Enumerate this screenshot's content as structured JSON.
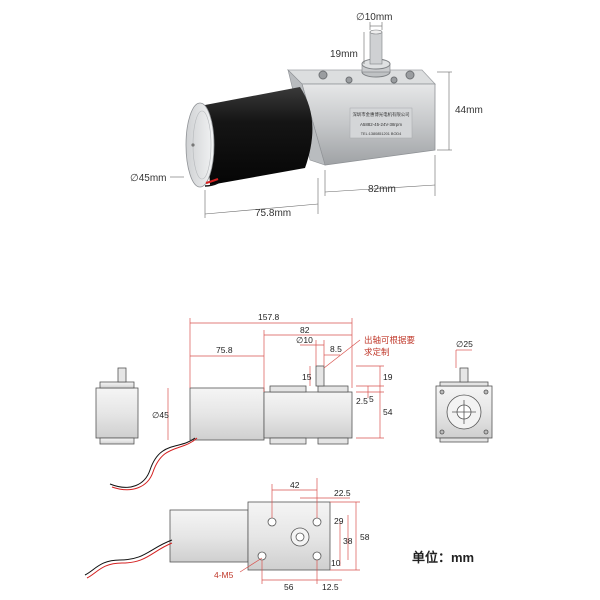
{
  "photo_labels": {
    "shaft_diameter": "∅10mm",
    "shaft_length": "19mm",
    "gearbox_height": "44mm",
    "motor_diameter": "∅45mm",
    "gearbox_length": "82mm",
    "motor_length": "75.8mm"
  },
  "nameplate": {
    "line1": "深圳市金惠博光电机有限公司",
    "line2": "A5882-45-24V-38rpm",
    "line3": "TEL:1380851201 BOD4"
  },
  "drawing_labels": {
    "total_length": "157.8",
    "gearbox_length": "82",
    "motor_length": "75.8",
    "shaft_diameter": "∅10",
    "shaft_flat": "8.5",
    "shaft_height": "15",
    "dim_19": "19",
    "dim_2_5": "2.5",
    "dim_5": "5",
    "dim_54": "54",
    "motor_diameter": "∅45",
    "flange_diameter": "∅25",
    "note_line1": "出轴可根据要",
    "note_line2": "求定制",
    "dim_42": "42",
    "dim_22_5": "22.5",
    "dim_29": "29",
    "dim_38": "38",
    "dim_58": "58",
    "dim_10": "10",
    "dim_56": "56",
    "dim_12_5": "12.5",
    "thread_spec": "4-M5",
    "unit": "单位：mm"
  },
  "colors": {
    "dimension_line": "#d9534f",
    "outline": "#555555",
    "motor_fill": "#1e1e1e",
    "gearbox_fill": "#c8cacc",
    "wire_red": "#d42020",
    "wire_black": "#111111"
  }
}
